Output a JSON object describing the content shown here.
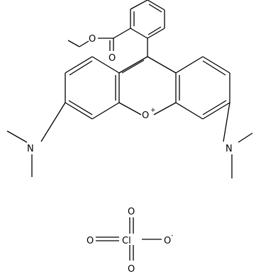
{
  "molecule": {
    "cation_atoms": {
      "carbonyl_o": "O",
      "ester_o": "O",
      "left_n": "N",
      "right_n": "N",
      "ring_o": "O",
      "ring_o_charge": "+"
    },
    "anion_atoms": {
      "cl": "Cl",
      "o_top": "O",
      "o_left": "O",
      "o_bottom": "O",
      "o_right": "O",
      "o_right_charge": "-"
    }
  }
}
